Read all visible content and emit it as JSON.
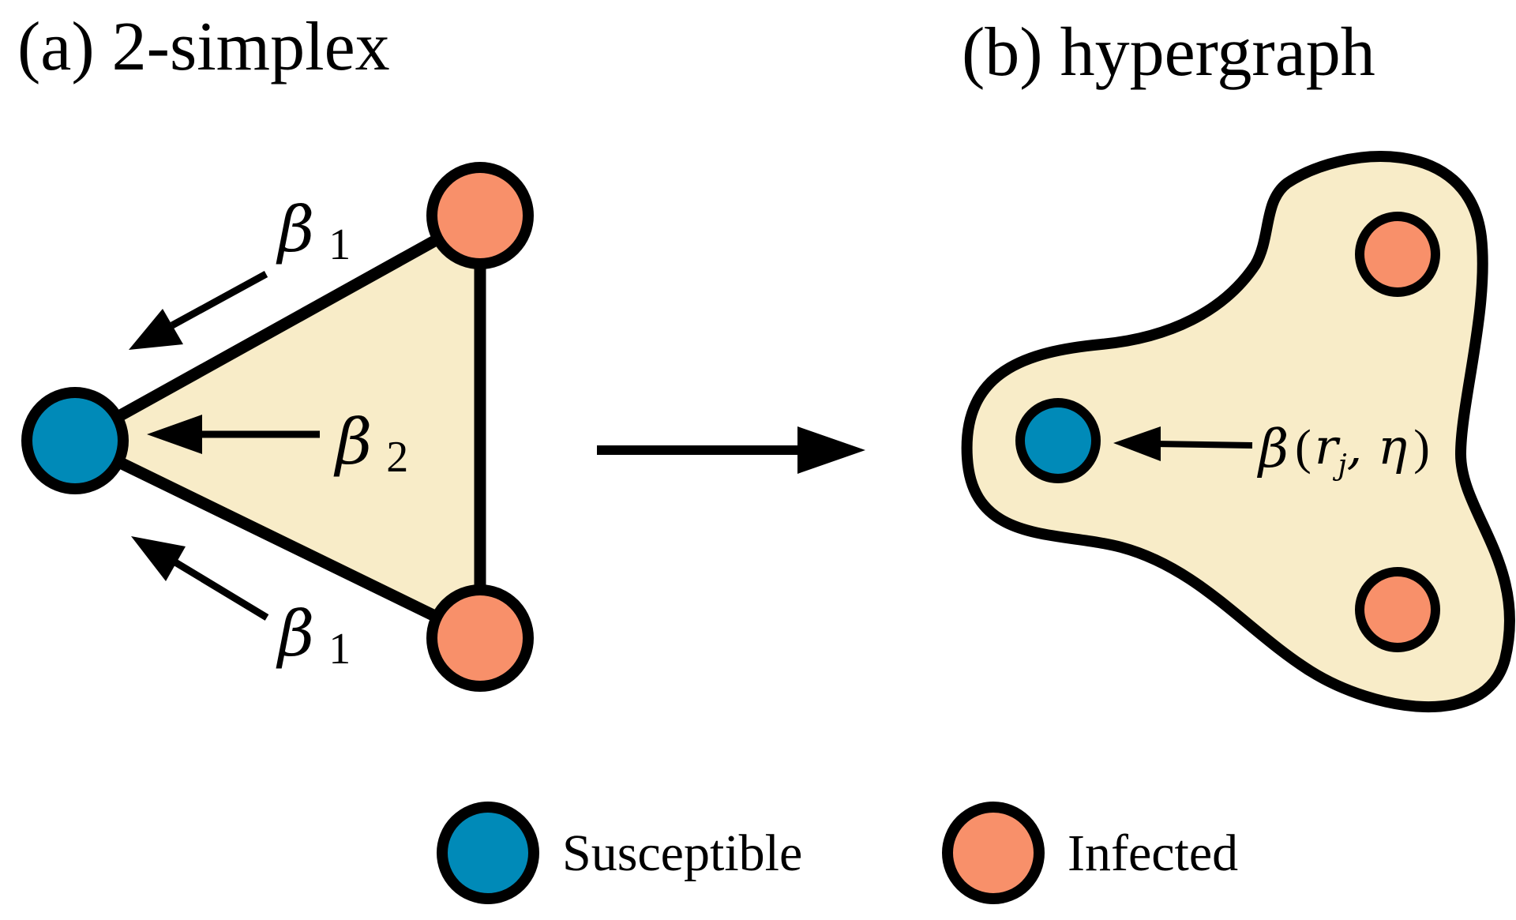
{
  "panels": {
    "a": {
      "title": "(a) 2-simplex",
      "beta1_symbol": "β",
      "beta1_sub": "1",
      "beta2_symbol": "β",
      "beta2_sub": "2"
    },
    "b": {
      "title": "(b) hypergraph",
      "beta_symbol": "β",
      "open_paren": "(",
      "r": "r",
      "r_sub": "j",
      "comma_eta": ", η",
      "close_paren": ")"
    }
  },
  "legend": [
    {
      "label": "Susceptible",
      "color": "#008ab8"
    },
    {
      "label": "Infected",
      "color": "#f8906a"
    }
  ],
  "colors": {
    "fill": "#f8ecc8",
    "stroke": "#000000",
    "susceptible": "#008ab8",
    "infected": "#f8906a"
  }
}
